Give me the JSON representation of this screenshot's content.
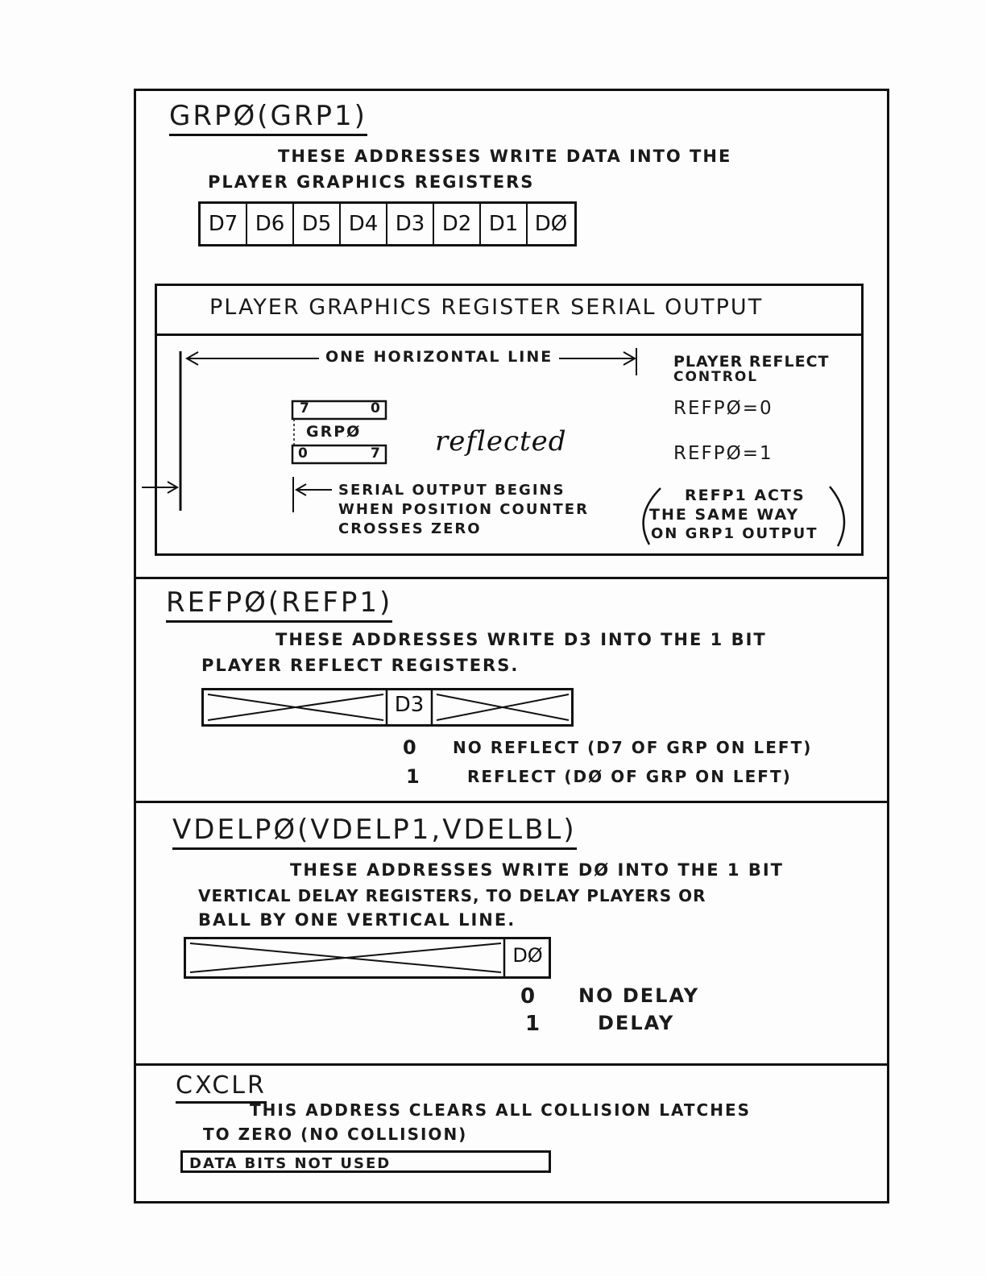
{
  "grp": {
    "title": "GRPØ(GRP1)",
    "desc_line1": "THESE ADDRESSES WRITE DATA INTO THE",
    "desc_line2": "PLAYER GRAPHICS REGISTERS",
    "bits": [
      "D7",
      "D6",
      "D5",
      "D4",
      "D3",
      "D2",
      "D1",
      "DØ"
    ]
  },
  "serial": {
    "title": "PLAYER GRAPHICS REGISTER SERIAL OUTPUT",
    "horizontal_line": "ONE HORIZONTAL LINE",
    "reg_top_left": "7",
    "reg_top_right": "0",
    "reg_label": "GRPØ",
    "reg_bottom_left": "0",
    "reg_bottom_right": "7",
    "reflected": "reflected",
    "note_line1": "SERIAL OUTPUT BEGINS",
    "note_line2": "WHEN POSITION COUNTER",
    "note_line3": "CROSSES ZERO",
    "reflect_control_line1": "PLAYER REFLECT",
    "reflect_control_line2": "CONTROL",
    "refp_0": "REFPØ=0",
    "refp_1": "REFPØ=1",
    "refp1_line1": "REFP1 ACTS",
    "refp1_line2": "THE SAME WAY",
    "refp1_line3": "ON GRP1 OUTPUT"
  },
  "refp": {
    "title": "REFPØ(REFP1)",
    "desc_line1": "THESE ADDRESSES WRITE D3 INTO THE 1 BIT",
    "desc_line2": "PLAYER REFLECT REGISTERS.",
    "bit": "D3",
    "opt0_value": "0",
    "opt0_text": "NO REFLECT (D7 OF GRP ON LEFT)",
    "opt1_value": "1",
    "opt1_text": "REFLECT (DØ OF GRP ON LEFT)"
  },
  "vdel": {
    "title": "VDELPØ(VDELP1,VDELBL)",
    "desc_line1": "THESE ADDRESSES WRITE DØ INTO THE 1 BIT",
    "desc_line2": "VERTICAL DELAY REGISTERS, TO DELAY PLAYERS OR",
    "desc_line3": "BALL BY ONE VERTICAL LINE.",
    "bit": "DØ",
    "opt0_value": "0",
    "opt0_text": "NO DELAY",
    "opt1_value": "1",
    "opt1_text": "DELAY"
  },
  "cxclr": {
    "title": "CXCLR",
    "desc_line1": "THIS ADDRESS CLEARS ALL COLLISION LATCHES",
    "desc_line2": "TO ZERO (NO COLLISION)",
    "data_bits": "DATA BITS NOT USED"
  }
}
